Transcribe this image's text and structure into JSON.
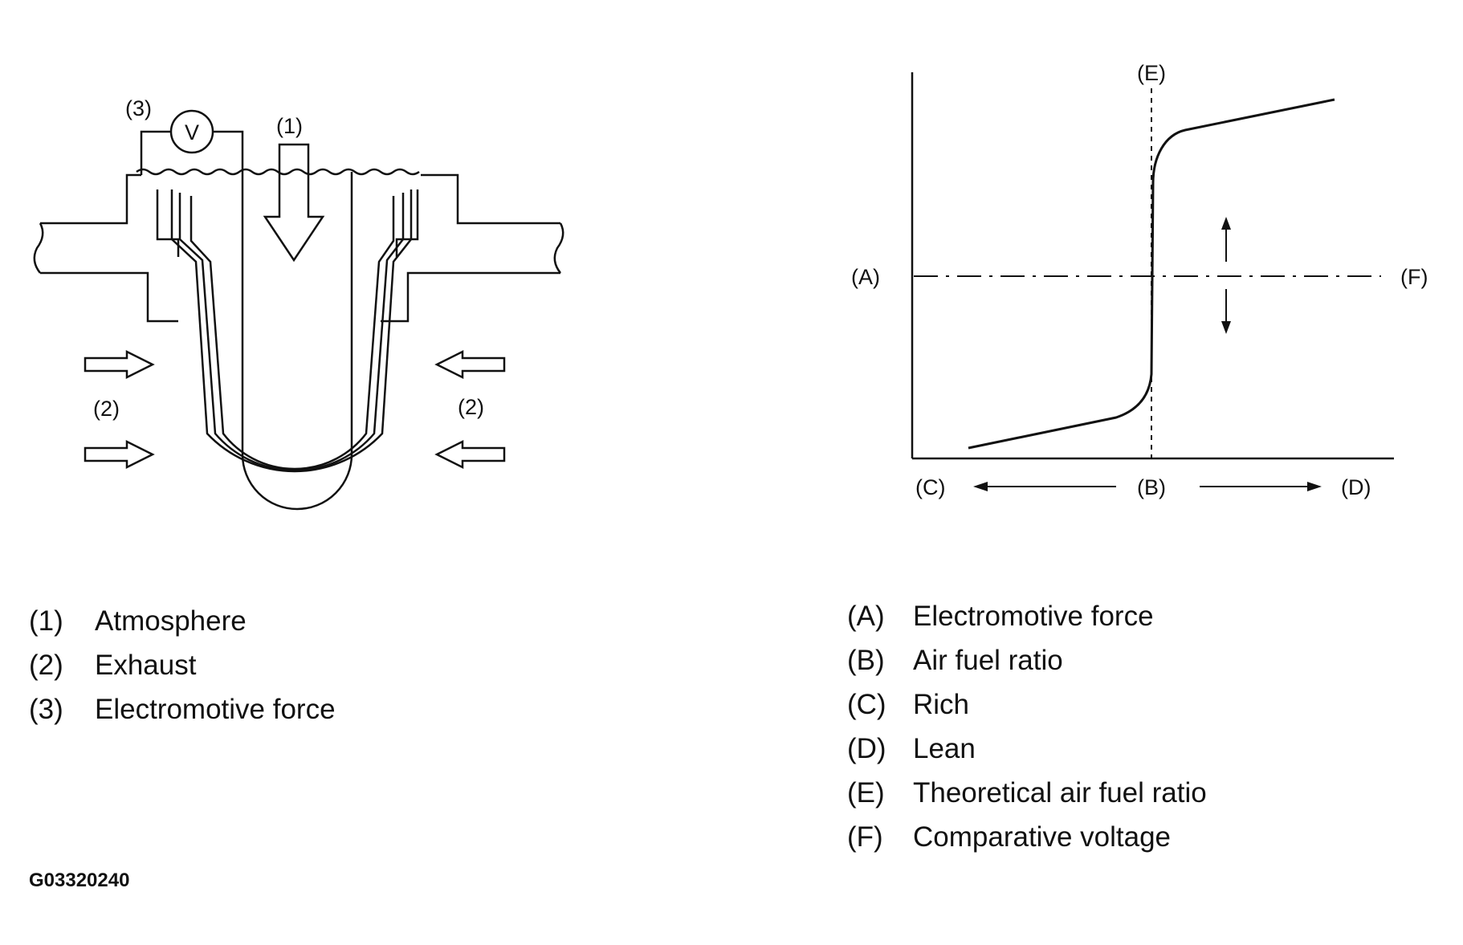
{
  "sensor_diagram": {
    "labels": {
      "electromotive_force": "(3)",
      "atmosphere": "(1)",
      "exhaust_left": "(2)",
      "exhaust_right": "(2)",
      "voltmeter": "V"
    }
  },
  "graph": {
    "labels": {
      "a": "(A)",
      "b": "(B)",
      "c": "(C)",
      "d": "(D)",
      "e": "(E)",
      "f": "(F)"
    }
  },
  "legend_left": [
    {
      "key": "(1)",
      "text": "Atmosphere"
    },
    {
      "key": "(2)",
      "text": "Exhaust"
    },
    {
      "key": "(3)",
      "text": "Electromotive force"
    }
  ],
  "legend_right": [
    {
      "key": "(A)",
      "text": "Electromotive force"
    },
    {
      "key": "(B)",
      "text": "Air fuel ratio"
    },
    {
      "key": "(C)",
      "text": "Rich"
    },
    {
      "key": "(D)",
      "text": "Lean"
    },
    {
      "key": "(E)",
      "text": "Theoretical air fuel ratio"
    },
    {
      "key": "(F)",
      "text": "Comparative voltage"
    }
  ],
  "figure_code": "G03320240"
}
